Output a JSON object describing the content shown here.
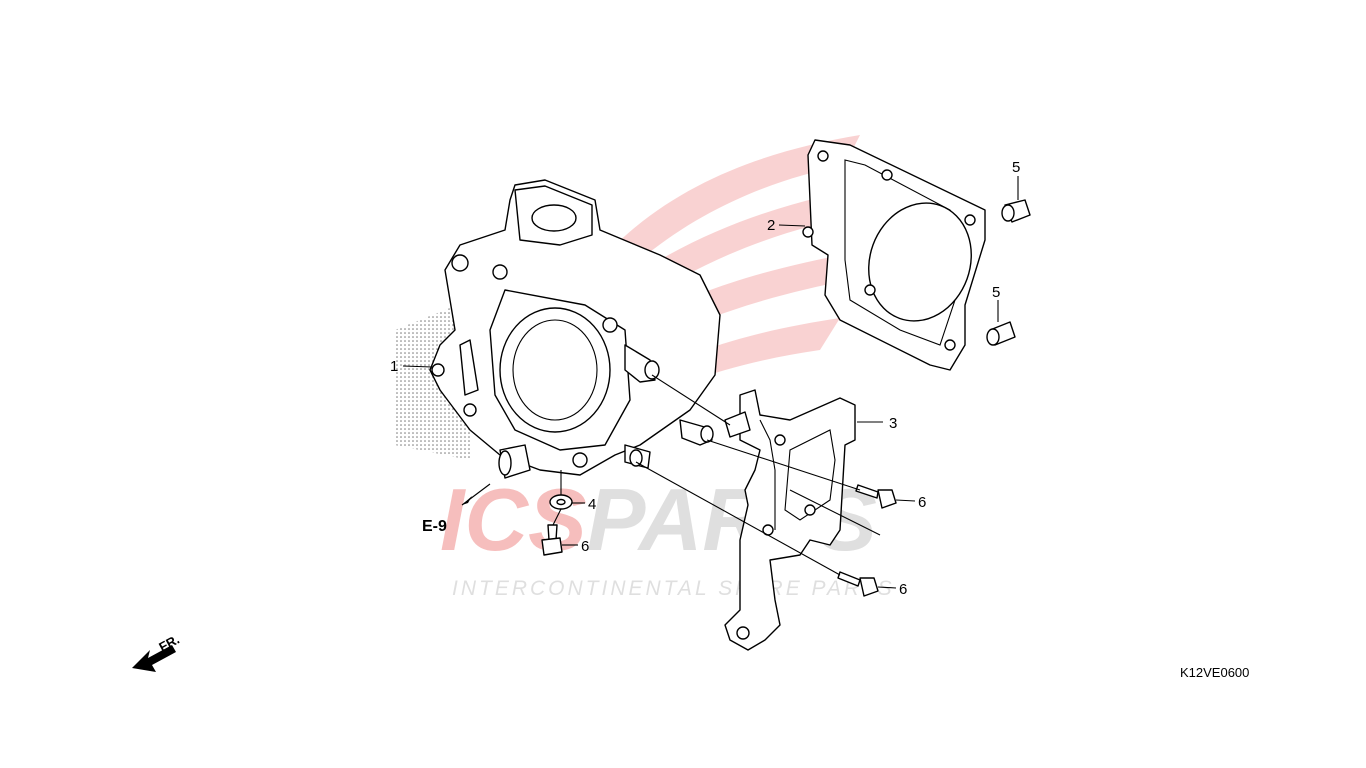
{
  "watermark": {
    "brand_part1": "ICS",
    "brand_part2": "PARTS",
    "tagline": "INTERCONTINENTAL SPARE PARTS",
    "brand_red": "#e53935",
    "brand_gray": "#c8c8c8"
  },
  "callouts": [
    {
      "id": "cylinder",
      "label": "1"
    },
    {
      "id": "gasket",
      "label": "2"
    },
    {
      "id": "bracket",
      "label": "3"
    },
    {
      "id": "washer",
      "label": "4"
    },
    {
      "id": "dowel-upper",
      "label": "5"
    },
    {
      "id": "dowel-lower",
      "label": "5"
    },
    {
      "id": "bolt-left",
      "label": "6"
    },
    {
      "id": "bolt-right-upper",
      "label": "6"
    },
    {
      "id": "bolt-right-lower",
      "label": "6"
    }
  ],
  "reference_label": "E-9",
  "front_indicator": "FR.",
  "diagram_code": "K12VE0600"
}
